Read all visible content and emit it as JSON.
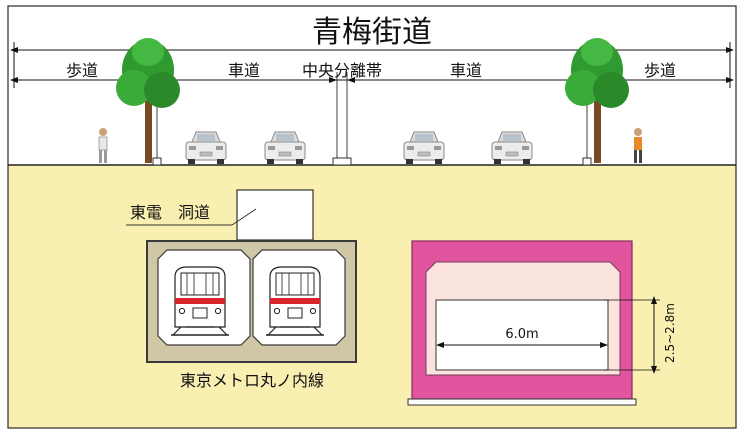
{
  "title": "青梅街道",
  "labels": {
    "sidewalk_left": "歩道",
    "roadway_left": "車道",
    "median": "中央分離帯",
    "roadway_right": "車道",
    "sidewalk_right": "歩道",
    "culvert": "東電　洞道",
    "subway_line": "東京メトロ丸ノ内線",
    "width_dim": "6.0m",
    "height_dim": "2.5~2.8m"
  },
  "colors": {
    "soil": "#f9efb0",
    "sky": "#ffffff",
    "subway_box": "#cfc7a6",
    "subway_border": "#3a3a3a",
    "pink_outer": "#e0559e",
    "pink_inner": "#fbe4dd",
    "train_red": "#d9262c",
    "tree_green": "#2f9a2f",
    "trunk": "#7a4a22"
  },
  "icons": {
    "tree": "tree-icon",
    "car": "car-icon",
    "pedestrian": "pedestrian-icon",
    "train": "train-front-icon"
  }
}
